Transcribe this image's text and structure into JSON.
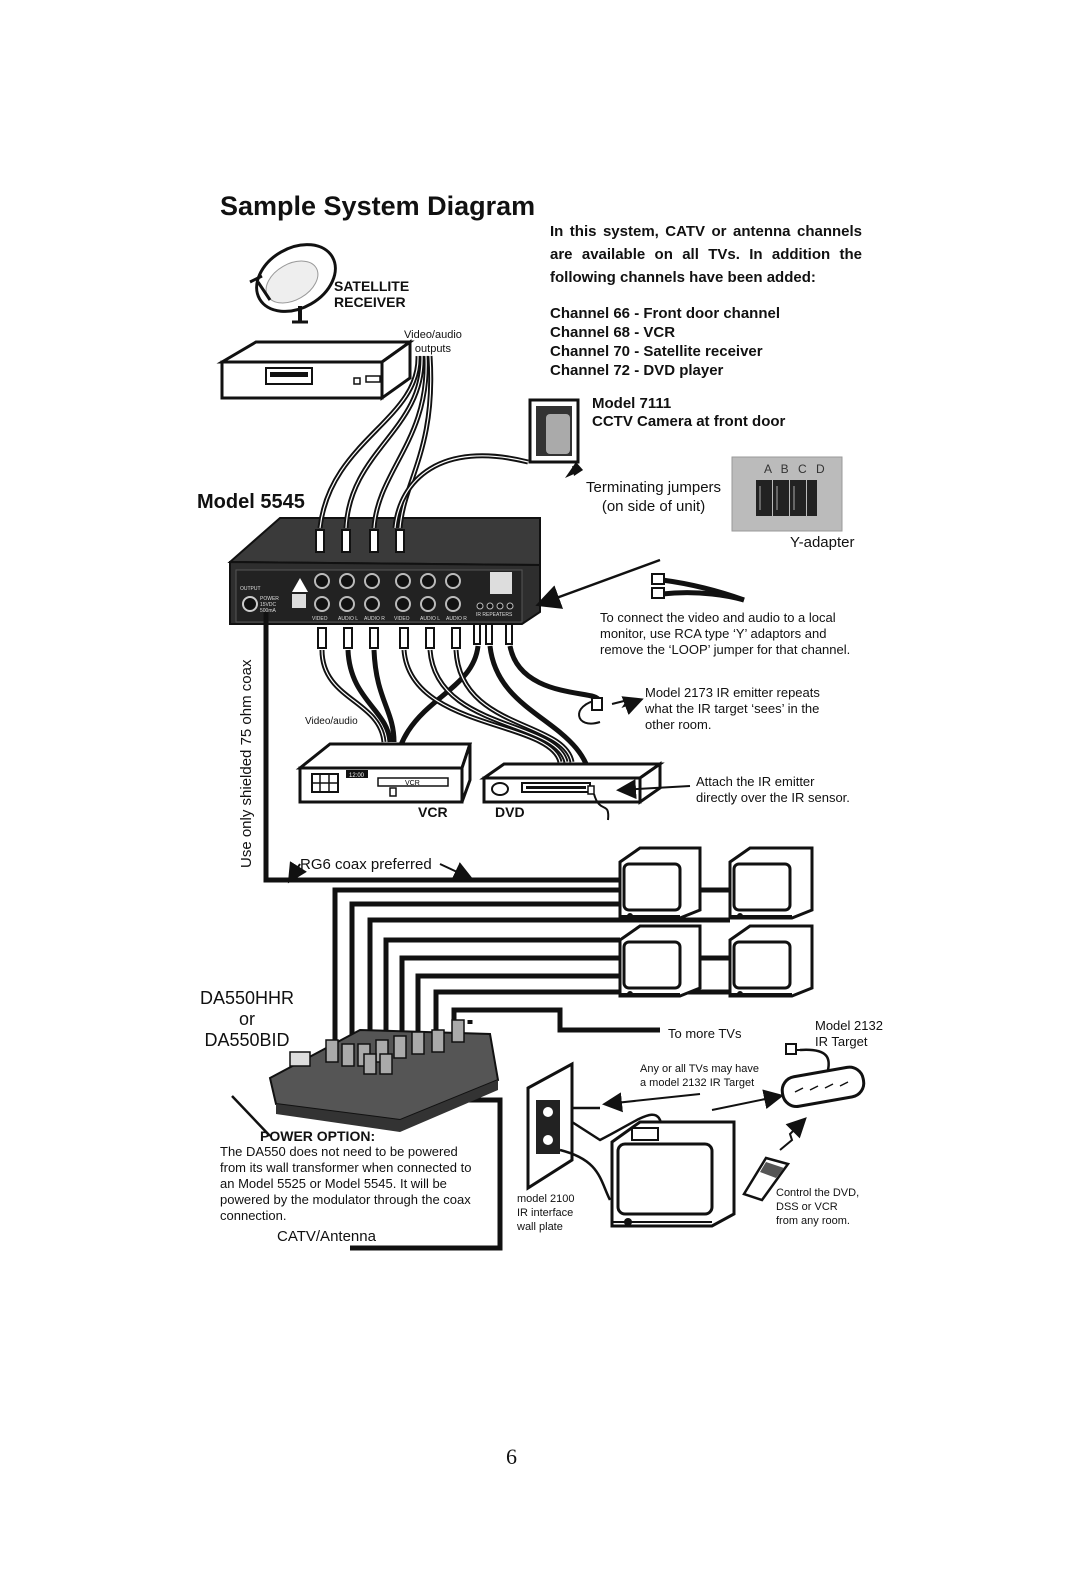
{
  "title": "Sample System Diagram",
  "intro": "In this system, CATV or antenna channels are available on all TVs.  In addition the following channels have been added:",
  "channels": [
    "Channel 66 - Front door channel",
    "Channel 68 - VCR",
    "Channel 70 - Satellite receiver",
    "Channel 72 - DVD player"
  ],
  "satellite": {
    "line1": "SATELLITE",
    "line2": "RECEIVER"
  },
  "video_audio_outputs": {
    "line1": "Video/audio",
    "line2": "outputs"
  },
  "camera": {
    "model": "Model 7111",
    "desc": "CCTV Camera at front door"
  },
  "model_5545": "Model 5545",
  "jumpers": {
    "line1": "Terminating jumpers",
    "line2": "(on side of unit)",
    "letters": "A B C D"
  },
  "y_adapter": "Y-adapter",
  "rca_note": [
    "To connect the video and audio to a local",
    "monitor, use RCA type ‘Y’ adaptors and",
    "remove the ‘LOOP’ jumper for that channel."
  ],
  "ir_2173": [
    "Model 2173 IR emitter repeats",
    "what the IR target ‘sees’ in the",
    "other room."
  ],
  "video_audio": "Video/audio",
  "attach_note": [
    "Attach the IR emitter",
    "directly over the IR sensor."
  ],
  "vcr_label": "VCR",
  "dvd_label": "DVD",
  "vcr_display": "12:00",
  "vcr_slot": "VCR",
  "coax_vertical": "Use only shielded 75 ohm coax",
  "rg6": "RG6 coax preferred",
  "da550": {
    "line1": "DA550HHR",
    "line2": "or",
    "line3": "DA550BID"
  },
  "power_option": {
    "heading": "POWER OPTION:",
    "lines": [
      "The DA550 does not need to be powered",
      "from its wall transformer when connected to",
      "an Model 5525 or Model 5545.  It will be",
      "powered by the modulator through the coax",
      "connection."
    ]
  },
  "catv": "CATV/Antenna",
  "to_more_tvs": "To more TVs",
  "model_2132": [
    "Model 2132",
    "IR Target"
  ],
  "any_all": [
    "Any or all TVs may have",
    "a model 2132 IR Target"
  ],
  "model_2100": [
    "model 2100",
    "IR interface",
    "wall plate"
  ],
  "control_note": [
    "Control the DVD,",
    "DSS or VCR",
    "from any room."
  ],
  "panel_labels": [
    "OUTPUT",
    "POWER",
    "15VDC",
    "500mA",
    "VIDEO",
    "AUDIO L",
    "AUDIO R",
    "VIDEO",
    "AUDIO L",
    "AUDIO R",
    "IR REPEATERS"
  ],
  "page_number": "6"
}
